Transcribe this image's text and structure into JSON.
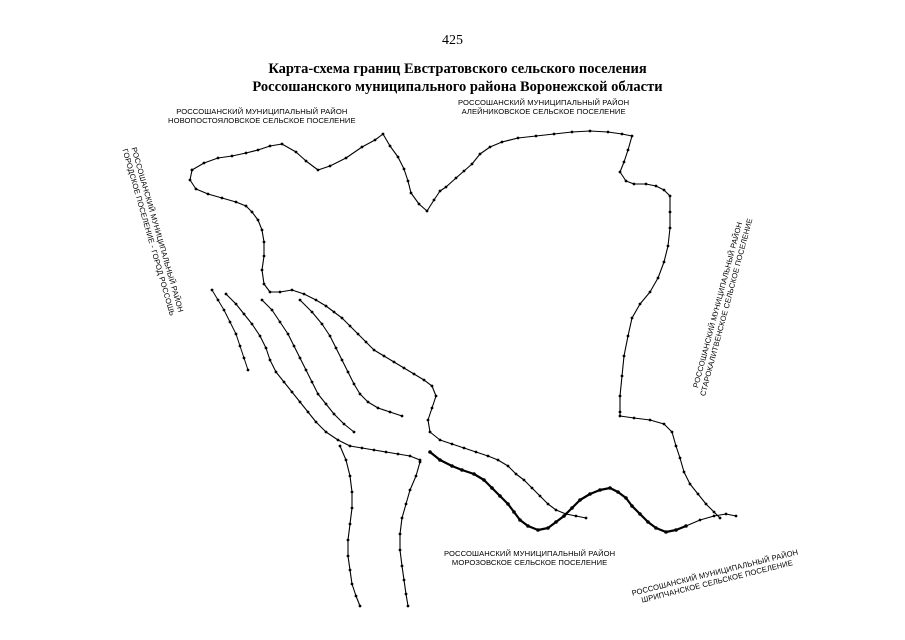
{
  "page_number": "425",
  "title": {
    "line1": "Карта-схема границ Евстратовского сельского поселения",
    "line2": "Россошанского муниципального района Воронежской области"
  },
  "neighbors": {
    "north_west": {
      "line1": "РОССОШАНСКИЙ МУНИЦИПАЛЬНЫЙ РАЙОН",
      "line2": "НОВОПОСТОЯЛОВСКОЕ СЕЛЬСКОЕ ПОСЕЛЕНИЕ"
    },
    "north_east": {
      "line1": "РОССОШАНСКИЙ МУНИЦИПАЛЬНЫЙ РАЙОН",
      "line2": "АЛЕЙНИКОВСКОЕ СЕЛЬСКОЕ ПОСЕЛЕНИЕ"
    },
    "west": {
      "line1": "РОССОШАНСКИЙ МУНИЦИПАЛЬНЫЙ РАЙОН",
      "line2": "ГОРОДСКОЕ ПОСЕЛЕНИЕ - ГОРОД РОССОШЬ"
    },
    "east": {
      "line1": "РОССОШАНСКИЙ МУНИЦИПАЛЬНЫЙ РАЙОН",
      "line2": "СТАРОКАЛИТВЕНСКОЕ СЕЛЬСКОЕ ПОСЕЛЕНИЕ"
    },
    "south": {
      "line1": "РОССОШАНСКИЙ МУНИЦИПАЛЬНЫЙ РАЙОН",
      "line2": "МОРОЗОВСКОЕ СЕЛЬСКОЕ ПОСЕЛЕНИЕ"
    },
    "south_east": {
      "line1": "РОССОШАНСКИЙ МУНИЦИПАЛЬНЫЙ РАЙОН",
      "line2": "ШРИПЧАНСКОЕ СЕЛЬСКОЕ ПОСЕЛЕНИЕ"
    }
  },
  "colors": {
    "ink": "#000000",
    "paper": "#ffffff"
  }
}
